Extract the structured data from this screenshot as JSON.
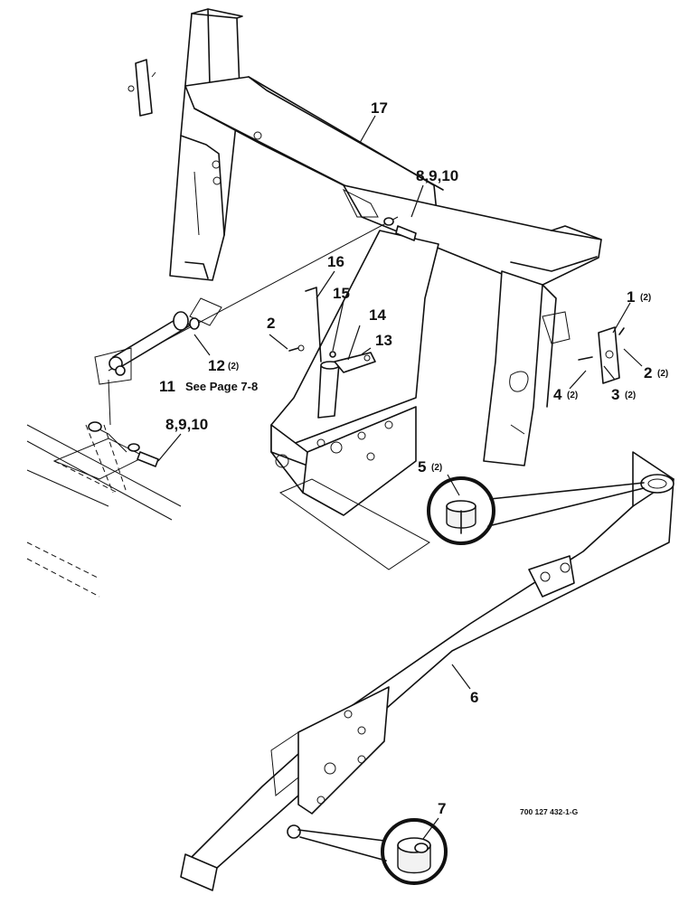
{
  "callouts": {
    "c17": "17",
    "c8910_top": "8,9,10",
    "c16": "16",
    "c15": "15",
    "c14": "14",
    "c13": "13",
    "c2_left": "2",
    "c12": "12",
    "c12_qty": "(2)",
    "c11": "11",
    "c11_note": "See Page 7-8",
    "c8910_bottom": "8,9,10",
    "c1": "1",
    "c1_qty": "(2)",
    "c2_right": "2",
    "c2_right_qty": "(2)",
    "c4": "4",
    "c4_qty": "(2)",
    "c3": "3",
    "c3_qty": "(2)",
    "c5": "5",
    "c5_qty": "(2)",
    "c6": "6",
    "c7": "7"
  },
  "figure_code": "700 127 432-1-G"
}
